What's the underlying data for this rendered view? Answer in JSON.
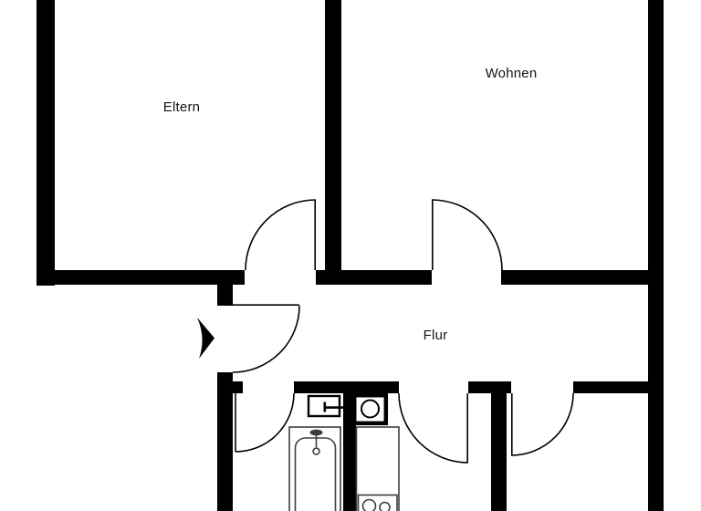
{
  "plan": {
    "type": "apartment-floor-plan",
    "language": "de"
  },
  "rooms": {
    "eltern": {
      "label": "Eltern"
    },
    "wohnen": {
      "label": "Wohnen"
    },
    "flur": {
      "label": "Flur"
    }
  },
  "icons": [
    "entrance-arrow-icon",
    "door-swing-icon",
    "bathtub-icon",
    "washbasin-icon",
    "toilet-icon",
    "kitchen-counter-icon",
    "stove-icon"
  ],
  "colors": {
    "background": "#ffffff",
    "wall": "#000000",
    "doorLine": "#000000",
    "fixtureLine": "#3d3d3d",
    "labelColor": "#141414"
  }
}
